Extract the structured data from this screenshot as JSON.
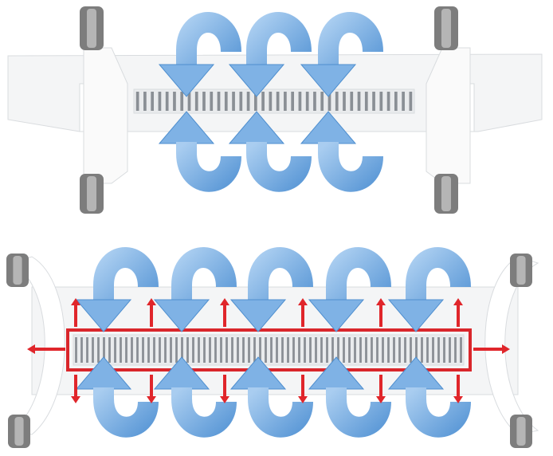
{
  "image": {
    "subject": "convector-heater-airflow-illustration",
    "colors": {
      "background": "#ffffff",
      "heater_body": "#f4f5f6",
      "heater_edge": "#d9dcdf",
      "grille_slot": "#8a8f95",
      "wheel": "#7d7d7d",
      "airflow_arrow": "#7fb2e5",
      "airflow_arrow_edge": "#4f8fcf",
      "heat_arrow": "#e0262b",
      "highlight_box": "#d9262b"
    },
    "panels": [
      {
        "name": "top-heater",
        "airflow_arrows": 3,
        "heat_arrows": 0
      },
      {
        "name": "bottom-heater",
        "airflow_arrows": 5,
        "heat_arrows": 14
      }
    ]
  }
}
